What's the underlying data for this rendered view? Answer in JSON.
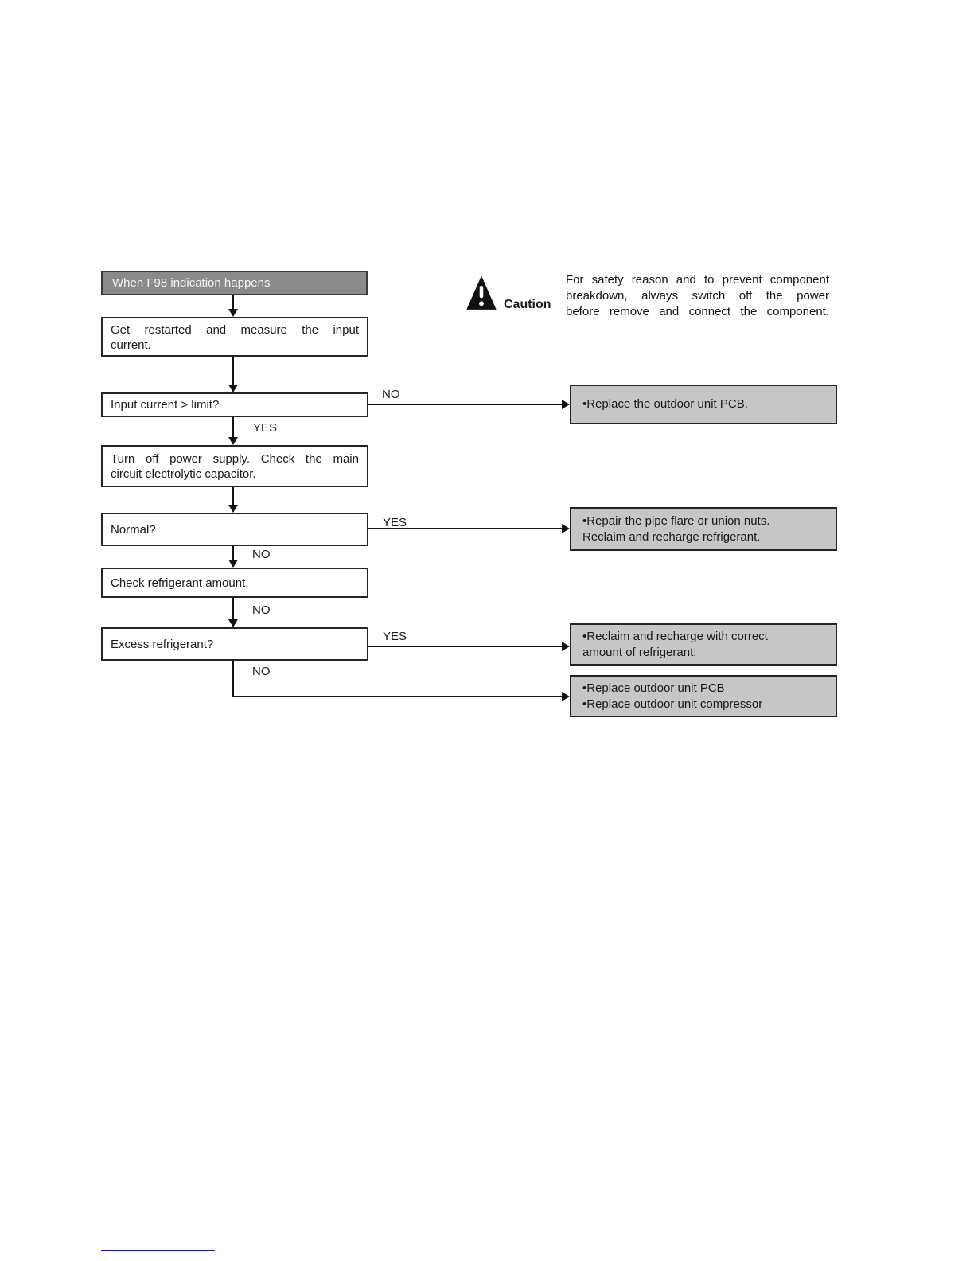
{
  "colors": {
    "title_box_bg": "#8a8a8a",
    "title_box_text": "#f6f6f6",
    "process_box_bg": "#ffffff",
    "result_box_bg": "#c6c6c6",
    "box_border": "#242424",
    "connector": "#111111",
    "footer_rule": "#1a1a9c"
  },
  "flow": {
    "start": "When F98 indication happens",
    "step1_lines": [
      "Get restarted and measure the input",
      "current."
    ],
    "decision1": "Input current > limit?",
    "step2_lines": [
      "Turn off power supply. Check the main",
      "circuit electrolytic capacitor."
    ],
    "decision2": "Normal?",
    "step3": "Check refrigerant amount.",
    "decision3": "Excess refrigerant?"
  },
  "branch_labels": {
    "decision1_no": "NO",
    "decision1_yes": "YES",
    "decision2_yes": "YES",
    "decision2_no": "NO",
    "step3_no": "NO",
    "decision3_yes": "YES",
    "decision3_no": "NO"
  },
  "results": {
    "replace_outdoor_pcb": "•Replace the outdoor unit PCB.",
    "repair_pipe_lines": [
      "•Repair the pipe flare or union nuts.",
      "Reclaim and recharge refrigerant."
    ],
    "reclaim_recharge_lines": [
      "•Reclaim and recharge with correct",
      "amount of refrigerant."
    ],
    "replace_pcb_compressor_lines": [
      "•Replace outdoor unit PCB",
      "•Replace outdoor unit compressor"
    ]
  },
  "caution": {
    "label": "Caution",
    "icon": "warning-triangle-icon",
    "text_lines": [
      "For safety reason and to prevent component",
      "breakdown, always switch off the power",
      "before remove and connect the component."
    ]
  }
}
